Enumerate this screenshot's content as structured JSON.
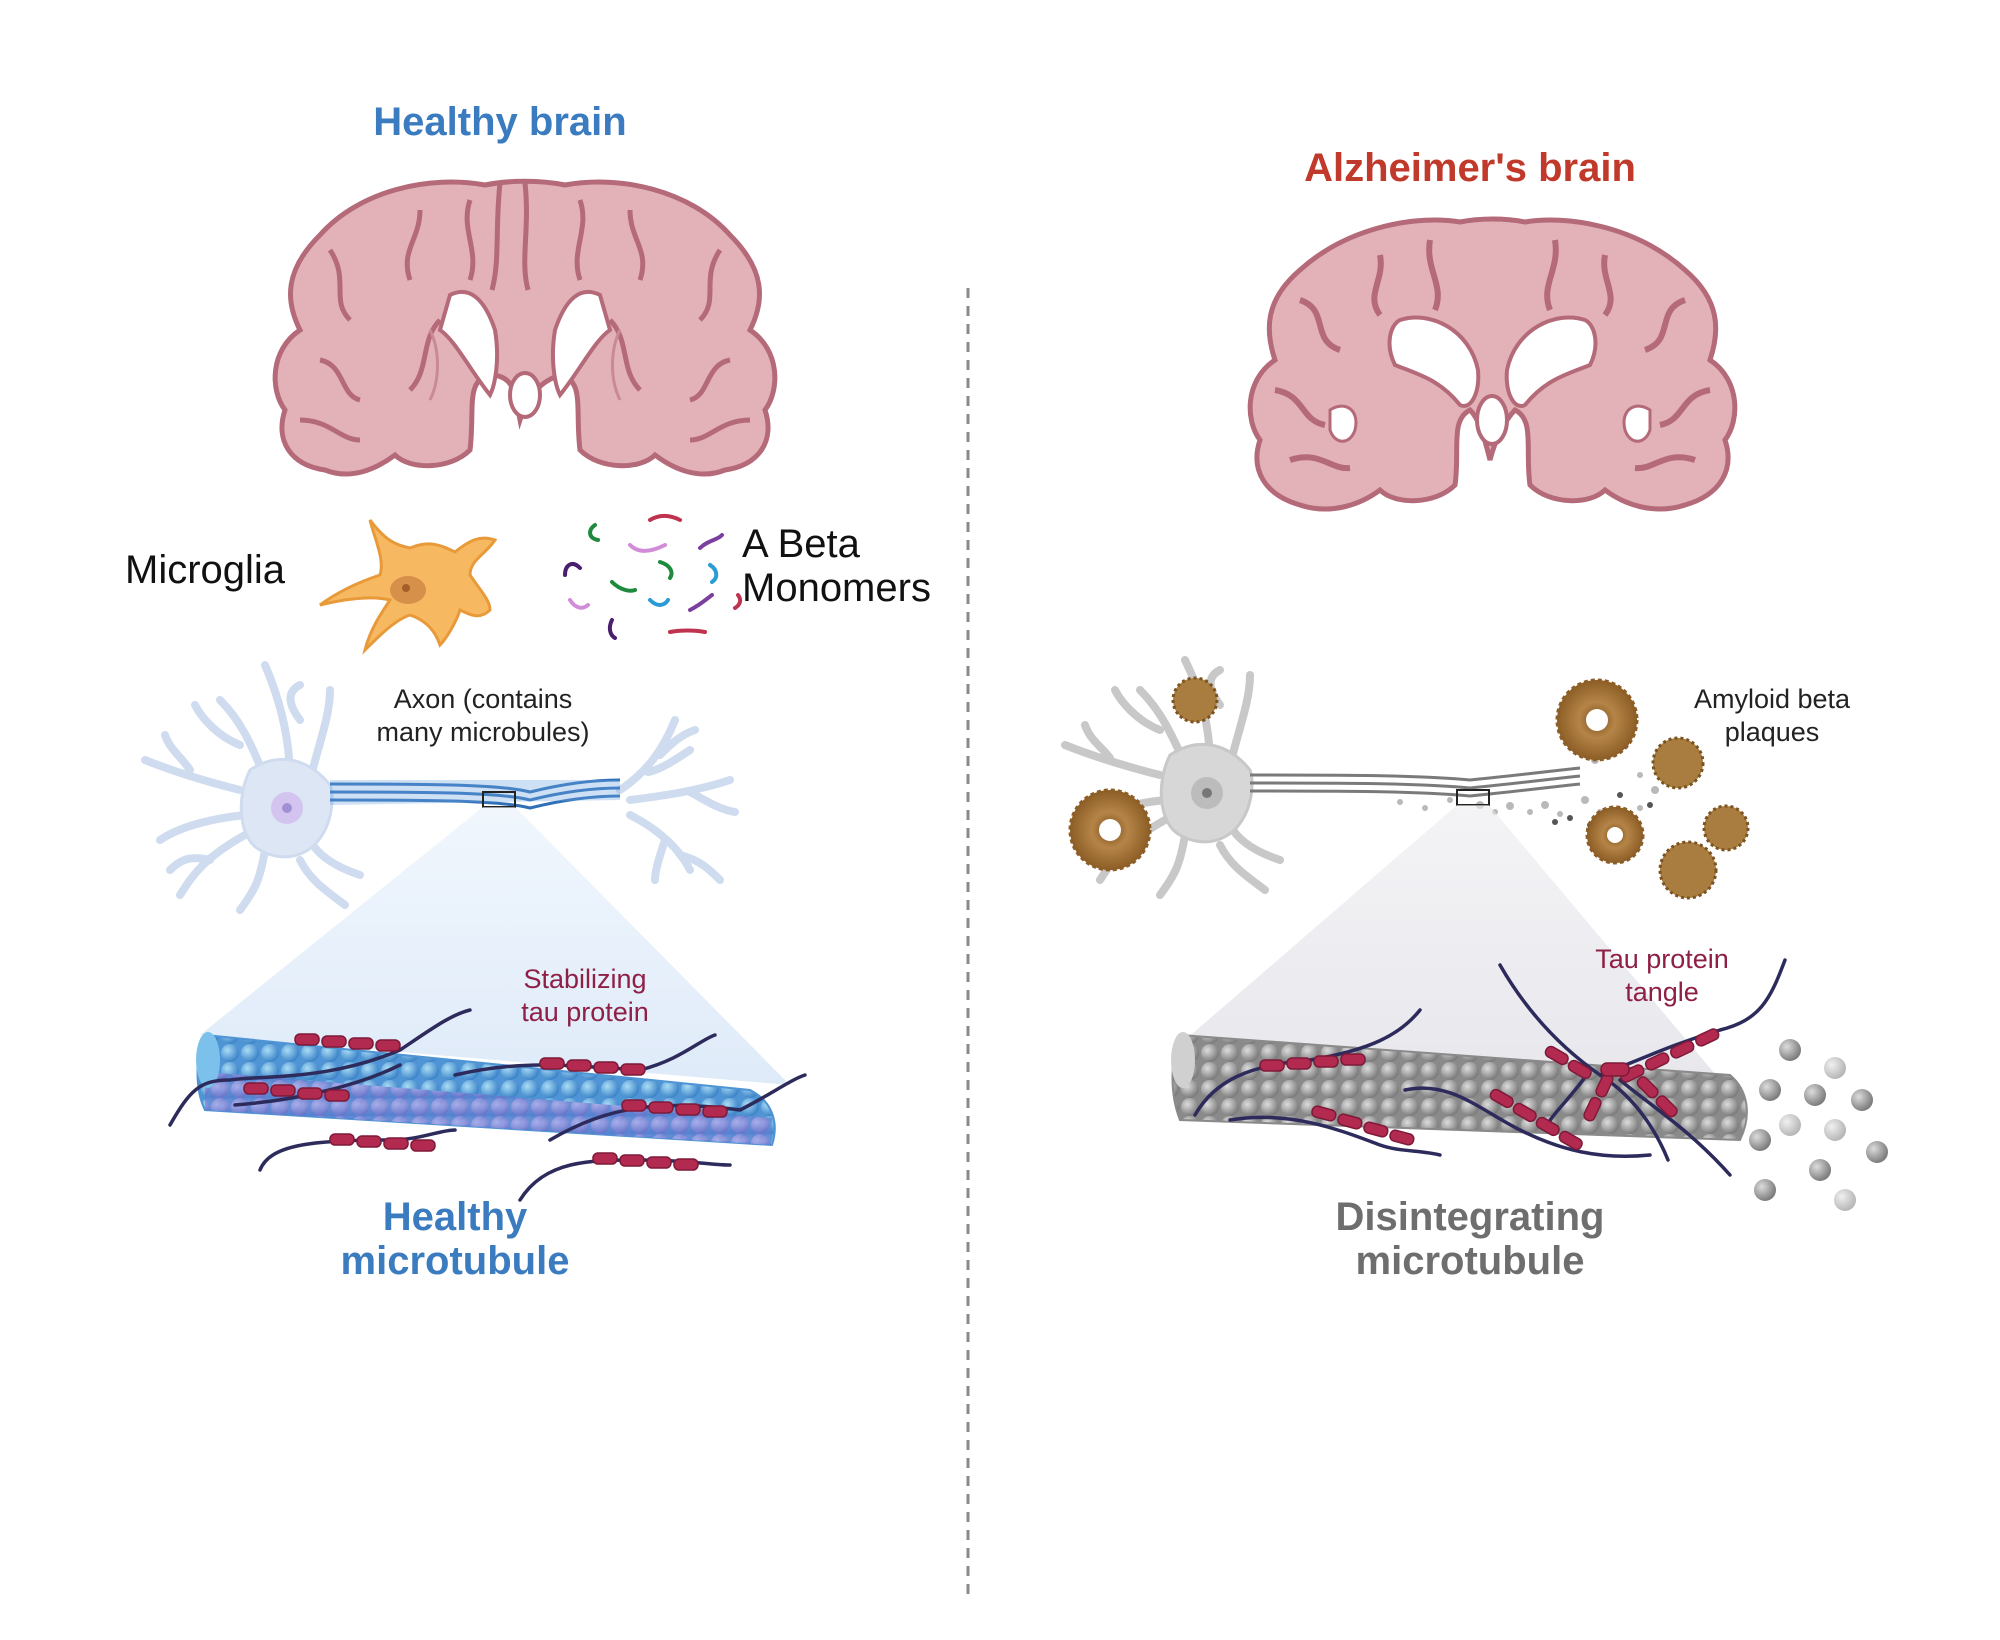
{
  "colors": {
    "healthy_accent": "#3b7bbf",
    "alzheimer_accent": "#c0392b",
    "disintegrating_gray": "#6e6e6e",
    "tau_label": "#8e1f45",
    "brain_tissue": "#e3b2b8",
    "brain_outline": "#b46a78",
    "microglia": "#f6b962",
    "neuron_healthy": "#dde6f4",
    "neuron_diseased": "#d7d7d7",
    "plaque": "#a27636",
    "tau_segment": "#b22a50",
    "tau_strand": "#2d2b5c",
    "microtubule_healthy": "#6aa8dc",
    "microtubule_diseased": "#9a9a9a"
  },
  "left_panel": {
    "title": "Healthy brain",
    "microglia_label": "Microglia",
    "abeta_label_line1": "A Beta",
    "abeta_label_line2": "Monomers",
    "axon_label_line1": "Axon (contains",
    "axon_label_line2": "many microbules)",
    "tau_label_line1": "Stabilizing",
    "tau_label_line2": "tau protein",
    "microtubule_label_line1": "Healthy",
    "microtubule_label_line2": "microtubule"
  },
  "right_panel": {
    "title": "Alzheimer's brain",
    "plaques_label_line1": "Amyloid beta",
    "plaques_label_line2": "plaques",
    "tau_label_line1": "Tau protein",
    "tau_label_line2": "tangle",
    "microtubule_label_line1": "Disintegrating",
    "microtubule_label_line2": "microtubule"
  },
  "icons": [
    "brain-icon",
    "microglia-icon",
    "abeta-monomer-icon",
    "neuron-icon",
    "amyloid-plaque-icon",
    "microtubule-icon",
    "tau-protein-icon"
  ]
}
